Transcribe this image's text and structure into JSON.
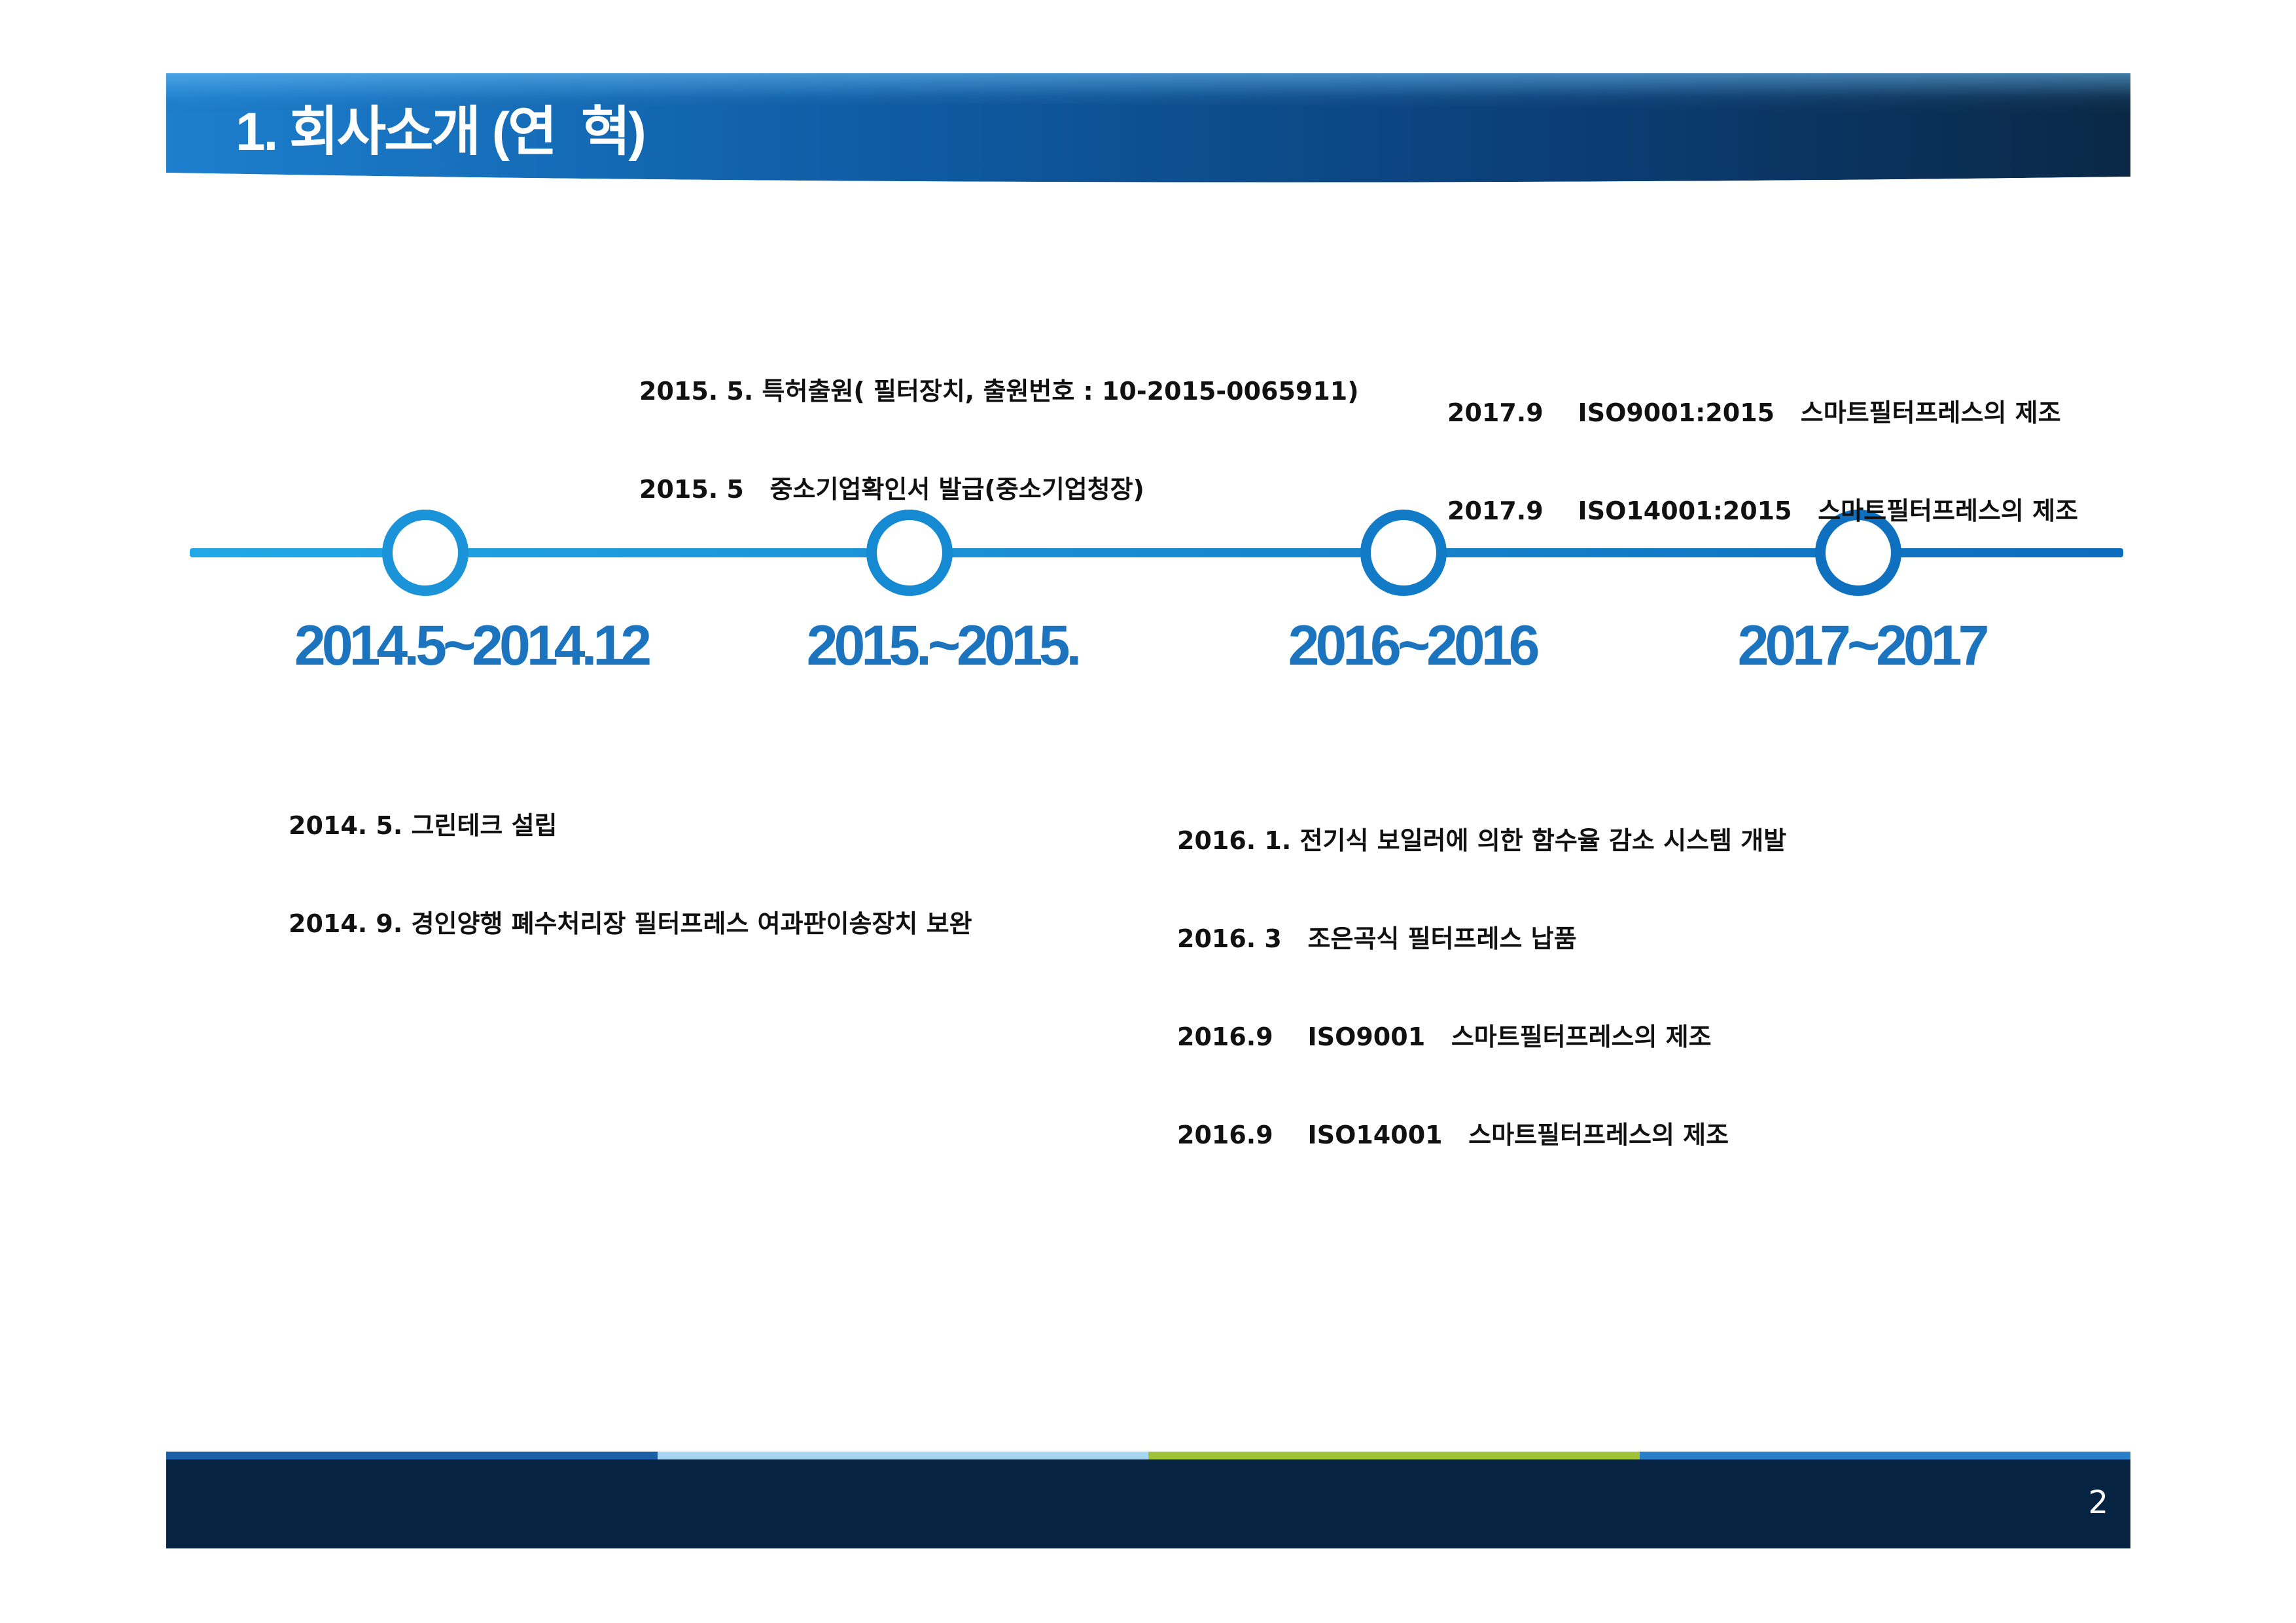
{
  "header": {
    "title": "1. 회사소개 (연  혁)"
  },
  "colors": {
    "banner_dark": "#0a2846",
    "banner_mid": "#0f5da5",
    "banner_light": "#3f9be0",
    "timeline_start": "#22a8e6",
    "timeline_end": "#0d6cbc",
    "period_text": "#1b74bd",
    "footer_bar": "#062341",
    "footer_stripes": [
      "#1a5fa6",
      "#a8d6f2",
      "#9fc43a",
      "#2b7fc9"
    ]
  },
  "timeline": {
    "periods": [
      {
        "label": "2014.5~2014.12"
      },
      {
        "label": "2015.~2015."
      },
      {
        "label": "2016~2016"
      },
      {
        "label": "2017~2017"
      }
    ]
  },
  "events": {
    "y2014": [
      "2014. 5. 그린테크 설립",
      "2014. 9. 경인양행 폐수처리장 필터프레스 여과판이송장치 보완"
    ],
    "y2015": [
      "2015. 5. 특허출원( 필터장치, 출원번호 : 10-2015-0065911)",
      "2015. 5   중소기업확인서 발급(중소기업청장)"
    ],
    "y2016": [
      "2016. 1. 전기식 보일러에 의한 함수율 감소 시스템 개발",
      "2016. 3   조은곡식 필터프레스 납품",
      "2016.9    ISO9001   스마트필터프레스의 제조",
      "2016.9    ISO14001   스마트필터프레스의 제조"
    ],
    "y2017": [
      "2017.9    ISO9001:2015   스마트필터프레스의 제조",
      "2017.9    ISO14001:2015   스마트필터프레스의 제조"
    ]
  },
  "footer": {
    "page_number": "2"
  }
}
